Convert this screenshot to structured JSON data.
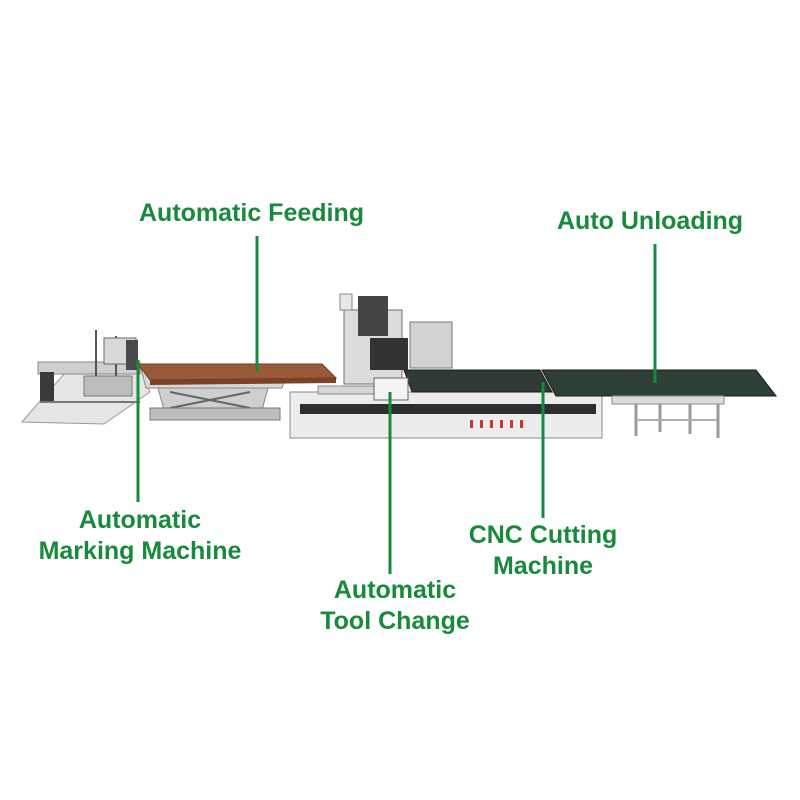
{
  "accent_color": "#178a3c",
  "labels": {
    "automatic_feeding": "Automatic Feeding",
    "auto_unloading": "Auto Unloading",
    "marking_line1": "Automatic",
    "marking_line2": "Marking Machine",
    "cnc_line1": "CNC Cutting",
    "cnc_line2": "Machine",
    "tool_line1": "Automatic",
    "tool_line2": "Tool Change"
  }
}
